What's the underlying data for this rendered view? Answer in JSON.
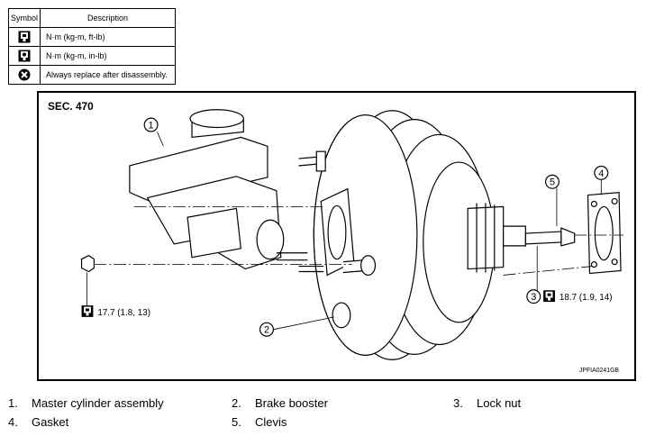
{
  "legend": {
    "header_symbol": "Symbol",
    "header_description": "Description",
    "rows": [
      {
        "icon": "torque-socket-icon",
        "description": "N·m (kg-m, ft-lb)"
      },
      {
        "icon": "torque-wrench-icon",
        "description": "N·m (kg-m, in-lb)"
      },
      {
        "icon": "always-replace-icon",
        "description": "Always replace after disassembly."
      }
    ]
  },
  "diagram": {
    "section": "SEC. 470",
    "callouts": [
      "1",
      "2",
      "3",
      "4",
      "5"
    ],
    "torque_left": "17.7 (1.8, 13)",
    "torque_right": "18.7 (1.9, 14)",
    "figure_code": "JPFIA0241GB"
  },
  "parts": [
    {
      "num": "1.",
      "name": "Master cylinder assembly"
    },
    {
      "num": "2.",
      "name": "Brake booster"
    },
    {
      "num": "3.",
      "name": "Lock nut"
    },
    {
      "num": "4.",
      "name": "Gasket"
    },
    {
      "num": "5.",
      "name": "Clevis"
    }
  ]
}
